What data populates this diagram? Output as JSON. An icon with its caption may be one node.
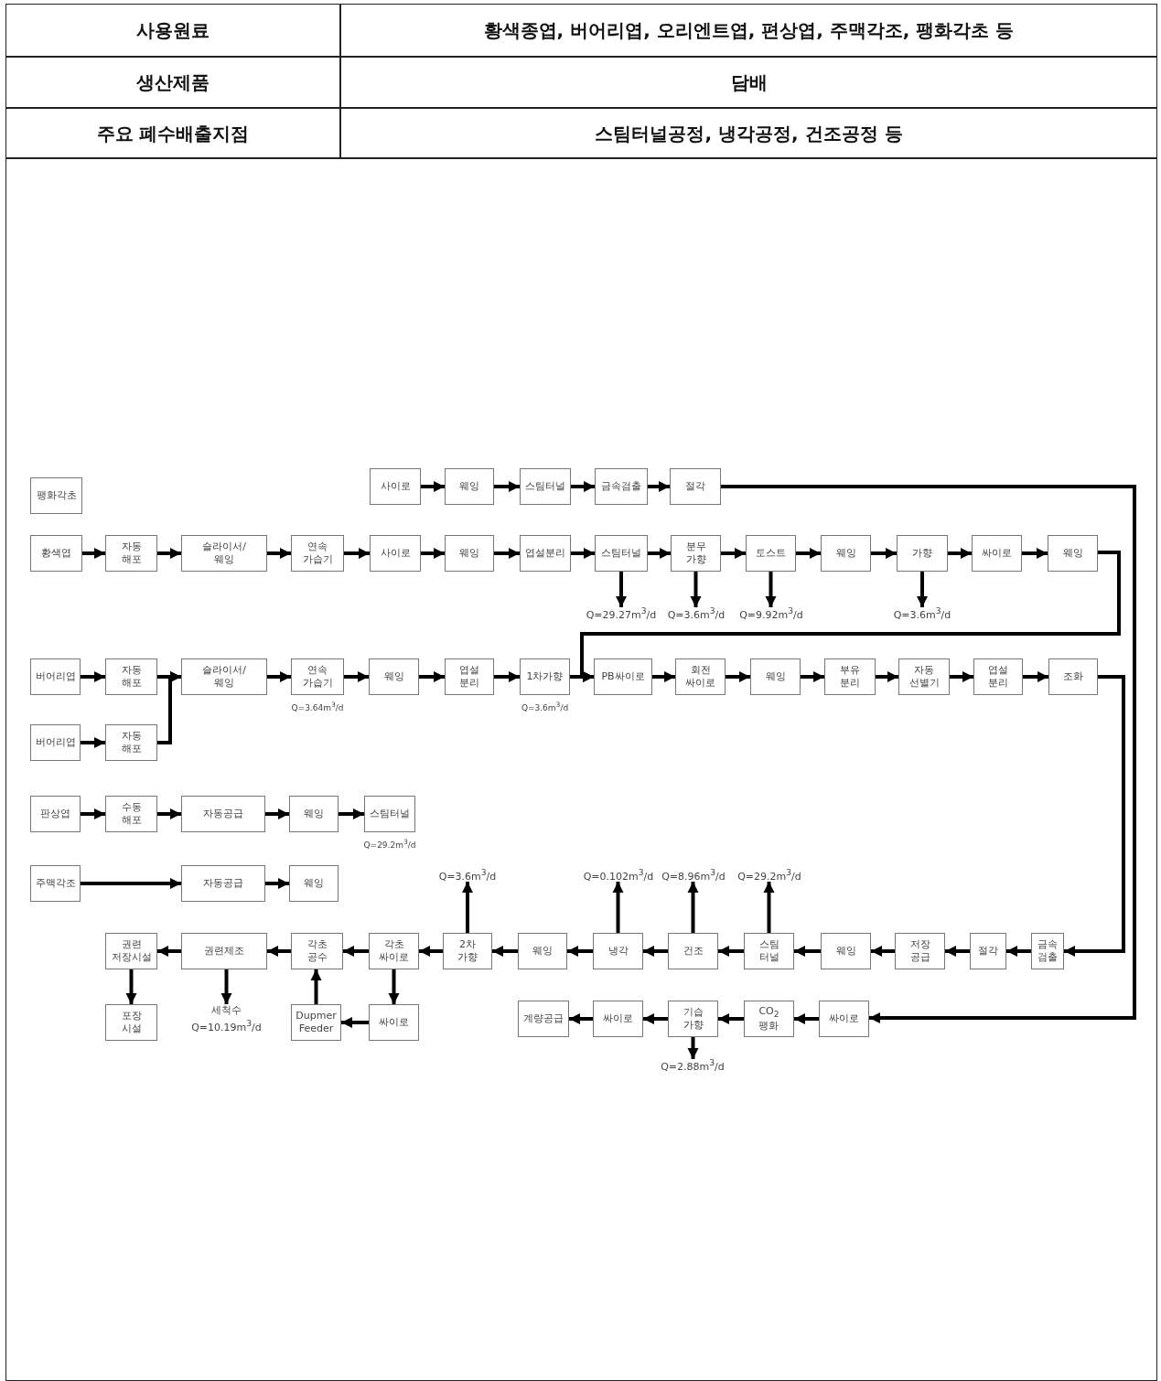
{
  "diagram": {
    "nodes": [
      {
        "text": [
          "팽화각초"
        ]
      },
      {
        "text": [
          "사이로"
        ]
      },
      {
        "text": [
          "웨잉"
        ]
      },
      {
        "text": [
          "스팀터널"
        ]
      },
      {
        "text": [
          "금속검출"
        ]
      },
      {
        "text": [
          "절각"
        ]
      },
      {
        "text": [
          "황색엽"
        ]
      },
      {
        "text": [
          "자동 해포"
        ]
      },
      {
        "text": [
          "슬라이서/웨잉"
        ]
      },
      {
        "text": [
          "연속 가습기"
        ]
      },
      {
        "text": [
          "사이로"
        ]
      },
      {
        "text": [
          "웨잉"
        ]
      },
      {
        "text": [
          "엽설분리"
        ]
      },
      {
        "text": [
          "스팀터널"
        ]
      },
      {
        "text": [
          "분무 가향"
        ]
      },
      {
        "text": [
          "토스트"
        ]
      },
      {
        "text": [
          "웨잉"
        ]
      },
      {
        "text": [
          "가향"
        ]
      },
      {
        "text": [
          "싸이로"
        ]
      },
      {
        "text": [
          "웨잉"
        ]
      },
      {
        "text": [
          "Q=29.27m$^{3}$/d"
        ]
      },
      {
        "text": [
          "Q=3.6m$^{3}$/d"
        ]
      },
      {
        "text": [
          "Q=9.92m$^{3}$/d"
        ]
      },
      {
        "text": [
          "Q=3.6m$^{3}$/d"
        ]
      },
      {
        "text": [
          "버어리엽"
        ]
      },
      {
        "text": [
          "자동 해포"
        ]
      },
      {
        "text": [
          "슬라이서/웨잉"
        ]
      },
      {
        "text": [
          "연속 가습기"
        ],
        "beside": [
          "Q=3.64m$^{3}$/d"
        ]
      },
      {
        "text": [
          "웨잉"
        ]
      },
      {
        "text": [
          "엽설 분리"
        ]
      },
      {
        "text": [
          "1차가향"
        ],
        "beside": [
          "Q=3.6m$^{3}$/d"
        ]
      },
      {
        "text": [
          "PB싸이로"
        ]
      },
      {
        "text": [
          "회전 싸이로"
        ]
      },
      {
        "text": [
          "웨잉"
        ]
      },
      {
        "text": [
          "부유 분리"
        ]
      },
      {
        "text": [
          "자동 선별기"
        ]
      },
      {
        "text": [
          "엽설 분리"
        ]
      },
      {
        "text": [
          "조화"
        ]
      },
      {
        "text": [
          "버어리엽"
        ]
      },
      {
        "text": [
          "자동 해포"
        ]
      },
      {
        "text": [
          "판상엽"
        ]
      },
      {
        "text": [
          "수동 해포"
        ]
      },
      {
        "text": [
          "자동공급"
        ]
      },
      {
        "text": [
          "웨잉"
        ]
      },
      {
        "text": [
          "스팀터널"
        ],
        "beside": [
          "Q=29.2m$^{3}$/d"
        ]
      },
      {
        "text": [
          "주맥각조"
        ]
      },
      {
        "text": [
          "자동공급"
        ]
      },
      {
        "text": [
          "웨잉"
        ]
      },
      {
        "text": [
          "Q=3.6m$^{3}$/d"
        ]
      },
      {
        "text": [
          "Q=0.102m$^{3}$/d"
        ]
      },
      {
        "text": [
          "Q=8.96m$^{3}$/d"
        ]
      },
      {
        "text": [
          "Q=29.2m$^{3}$/d"
        ]
      },
      {
        "text": [
          "권련 저장시설"
        ]
      },
      {
        "text": [
          "권련제조"
        ]
      },
      {
        "text": [
          "각초 공수"
        ]
      },
      {
        "text": [
          "각초 싸이로"
        ]
      },
      {
        "text": [
          "2차 가향"
        ]
      },
      {
        "text": [
          "웨잉"
        ]
      },
      {
        "text": [
          "냉각"
        ]
      },
      {
        "text": [
          "건조"
        ]
      },
      {
        "text": [
          "스팀 터널"
        ]
      },
      {
        "text": [
          "웨잉"
        ]
      },
      {
        "text": [
          "저장 공급"
        ]
      },
      {
        "text": [
          "절각"
        ]
      },
      {
        "text": [
          "금속 검출"
        ]
      },
      {
        "text": [
          "세척수",
          "Q=10.19m$^{3}$/d"
        ]
      },
      {
        "text": [
          "포장 시설"
        ]
      },
      {
        "text": [
          "Dupmer Feeder"
        ]
      },
      {
        "text": [
          "싸이로"
        ]
      },
      {
        "text": [
          "계량공급"
        ]
      },
      {
        "text": [
          "싸이로"
        ]
      },
      {
        "text": [
          "기습 가향"
        ]
      },
      {
        "text": [
          "CO$_{2}$ 팽화"
        ]
      },
      {
        "text": [
          "싸이로"
        ]
      },
      {
        "text": [
          "Q=2.88m$^{3}$/d"
        ]
      }
    ],
    "edges": [
      {
        "from": 1,
        "to": 2,
        "arrow": "to"
      },
      {
        "from": 2,
        "to": 3,
        "arrow": "to"
      },
      {
        "from": 3,
        "to": 4,
        "arrow": "to"
      },
      {
        "from": 4,
        "to": 5,
        "arrow": "to"
      },
      {
        "from": 5,
        "to": 73,
        "arrow": "to"
      },
      {
        "from": 6,
        "to": 7,
        "arrow": "to"
      },
      {
        "from": 7,
        "to": 8,
        "arrow": "to"
      },
      {
        "from": 8,
        "to": 9,
        "arrow": "to"
      },
      {
        "from": 9,
        "to": 10,
        "arrow": "to"
      },
      {
        "from": 10,
        "to": 11,
        "arrow": "to"
      },
      {
        "from": 11,
        "to": 12,
        "arrow": "to"
      },
      {
        "from": 12,
        "to": 13,
        "arrow": "to"
      },
      {
        "from": 13,
        "to": 14,
        "arrow": "to"
      },
      {
        "from": 14,
        "to": 15,
        "arrow": "to"
      },
      {
        "from": 15,
        "to": 16,
        "arrow": "to"
      },
      {
        "from": 16,
        "to": 17,
        "arrow": "to"
      },
      {
        "from": 17,
        "to": 18,
        "arrow": "to"
      },
      {
        "from": 18,
        "to": 19,
        "arrow": "to"
      },
      {
        "from": 19,
        "to": 31,
        "arrow": "to"
      },
      {
        "from": 13,
        "to": 20,
        "arrow": "to"
      },
      {
        "from": 14,
        "to": 21,
        "arrow": "to"
      },
      {
        "from": 15,
        "to": 22,
        "arrow": "to"
      },
      {
        "from": 17,
        "to": 23,
        "arrow": "to"
      },
      {
        "from": 24,
        "to": 25,
        "arrow": "to"
      },
      {
        "from": 25,
        "to": 26,
        "arrow": "to"
      },
      {
        "from": 26,
        "to": 27,
        "arrow": "to"
      },
      {
        "from": 27,
        "to": 28,
        "arrow": "to"
      },
      {
        "from": 28,
        "to": 29,
        "arrow": "to"
      },
      {
        "from": 29,
        "to": 30,
        "arrow": "to"
      },
      {
        "from": 30,
        "to": 31,
        "arrow": "to"
      },
      {
        "from": 31,
        "to": 32,
        "arrow": "to"
      },
      {
        "from": 32,
        "to": 33,
        "arrow": "to"
      },
      {
        "from": 33,
        "to": 34,
        "arrow": "to"
      },
      {
        "from": 34,
        "to": 35,
        "arrow": "to"
      },
      {
        "from": 35,
        "to": 36,
        "arrow": "to"
      },
      {
        "from": 36,
        "to": 37,
        "arrow": "to"
      },
      {
        "from": 37,
        "to": 64,
        "arrow": "to"
      },
      {
        "from": 38,
        "to": 39,
        "arrow": "to"
      },
      {
        "from": 39,
        "to": 26,
        "arrow": "to"
      },
      {
        "from": 40,
        "to": 41,
        "arrow": "to"
      },
      {
        "from": 41,
        "to": 42,
        "arrow": "to"
      },
      {
        "from": 42,
        "to": 43,
        "arrow": "to"
      },
      {
        "from": 43,
        "to": 44,
        "arrow": "to"
      },
      {
        "from": 45,
        "to": 46,
        "arrow": "to"
      },
      {
        "from": 46,
        "to": 47,
        "arrow": "to"
      },
      {
        "from": 64,
        "to": 63,
        "arrow": "to"
      },
      {
        "from": 63,
        "to": 62,
        "arrow": "to"
      },
      {
        "from": 62,
        "to": 61,
        "arrow": "to"
      },
      {
        "from": 61,
        "to": 60,
        "arrow": "to"
      },
      {
        "from": 60,
        "to": 59,
        "arrow": "to"
      },
      {
        "from": 59,
        "to": 58,
        "arrow": "to"
      },
      {
        "from": 58,
        "to": 57,
        "arrow": "to"
      },
      {
        "from": 57,
        "to": 56,
        "arrow": "to"
      },
      {
        "from": 56,
        "to": 55,
        "arrow": "to"
      },
      {
        "from": 55,
        "to": 54,
        "arrow": "to"
      },
      {
        "from": 54,
        "to": 53,
        "arrow": "to"
      },
      {
        "from": 53,
        "to": 52,
        "arrow": "to"
      },
      {
        "from": 52,
        "to": 66,
        "arrow": "to"
      },
      {
        "from": 53,
        "to": 65,
        "arrow": "to"
      },
      {
        "from": 55,
        "to": 68,
        "arrow": "to"
      },
      {
        "from": 68,
        "to": 67,
        "arrow": "to"
      },
      {
        "from": 67,
        "to": 54,
        "arrow": "to"
      },
      {
        "from": 56,
        "to": 48,
        "arrow": "to"
      },
      {
        "from": 58,
        "to": 49,
        "arrow": "to"
      },
      {
        "from": 59,
        "to": 50,
        "arrow": "to"
      },
      {
        "from": 60,
        "to": 51,
        "arrow": "to"
      },
      {
        "from": 73,
        "to": 72,
        "arrow": "to"
      },
      {
        "from": 72,
        "to": 71,
        "arrow": "to"
      },
      {
        "from": 71,
        "to": 70,
        "arrow": "to"
      },
      {
        "from": 70,
        "to": 69,
        "arrow": "to"
      },
      {
        "from": 71,
        "to": 74,
        "arrow": "to"
      }
    ],
    "labels": [
      "사용원료",
      "황색종엽, 버어리엽, 오리엔트엽, 편상엽, 주맥각조, 팽화각초 등",
      "생산제품",
      "담배",
      "주요 폐수배출지점",
      "스팀터널공정, 냉각공정, 건조공정 등"
    ]
  }
}
